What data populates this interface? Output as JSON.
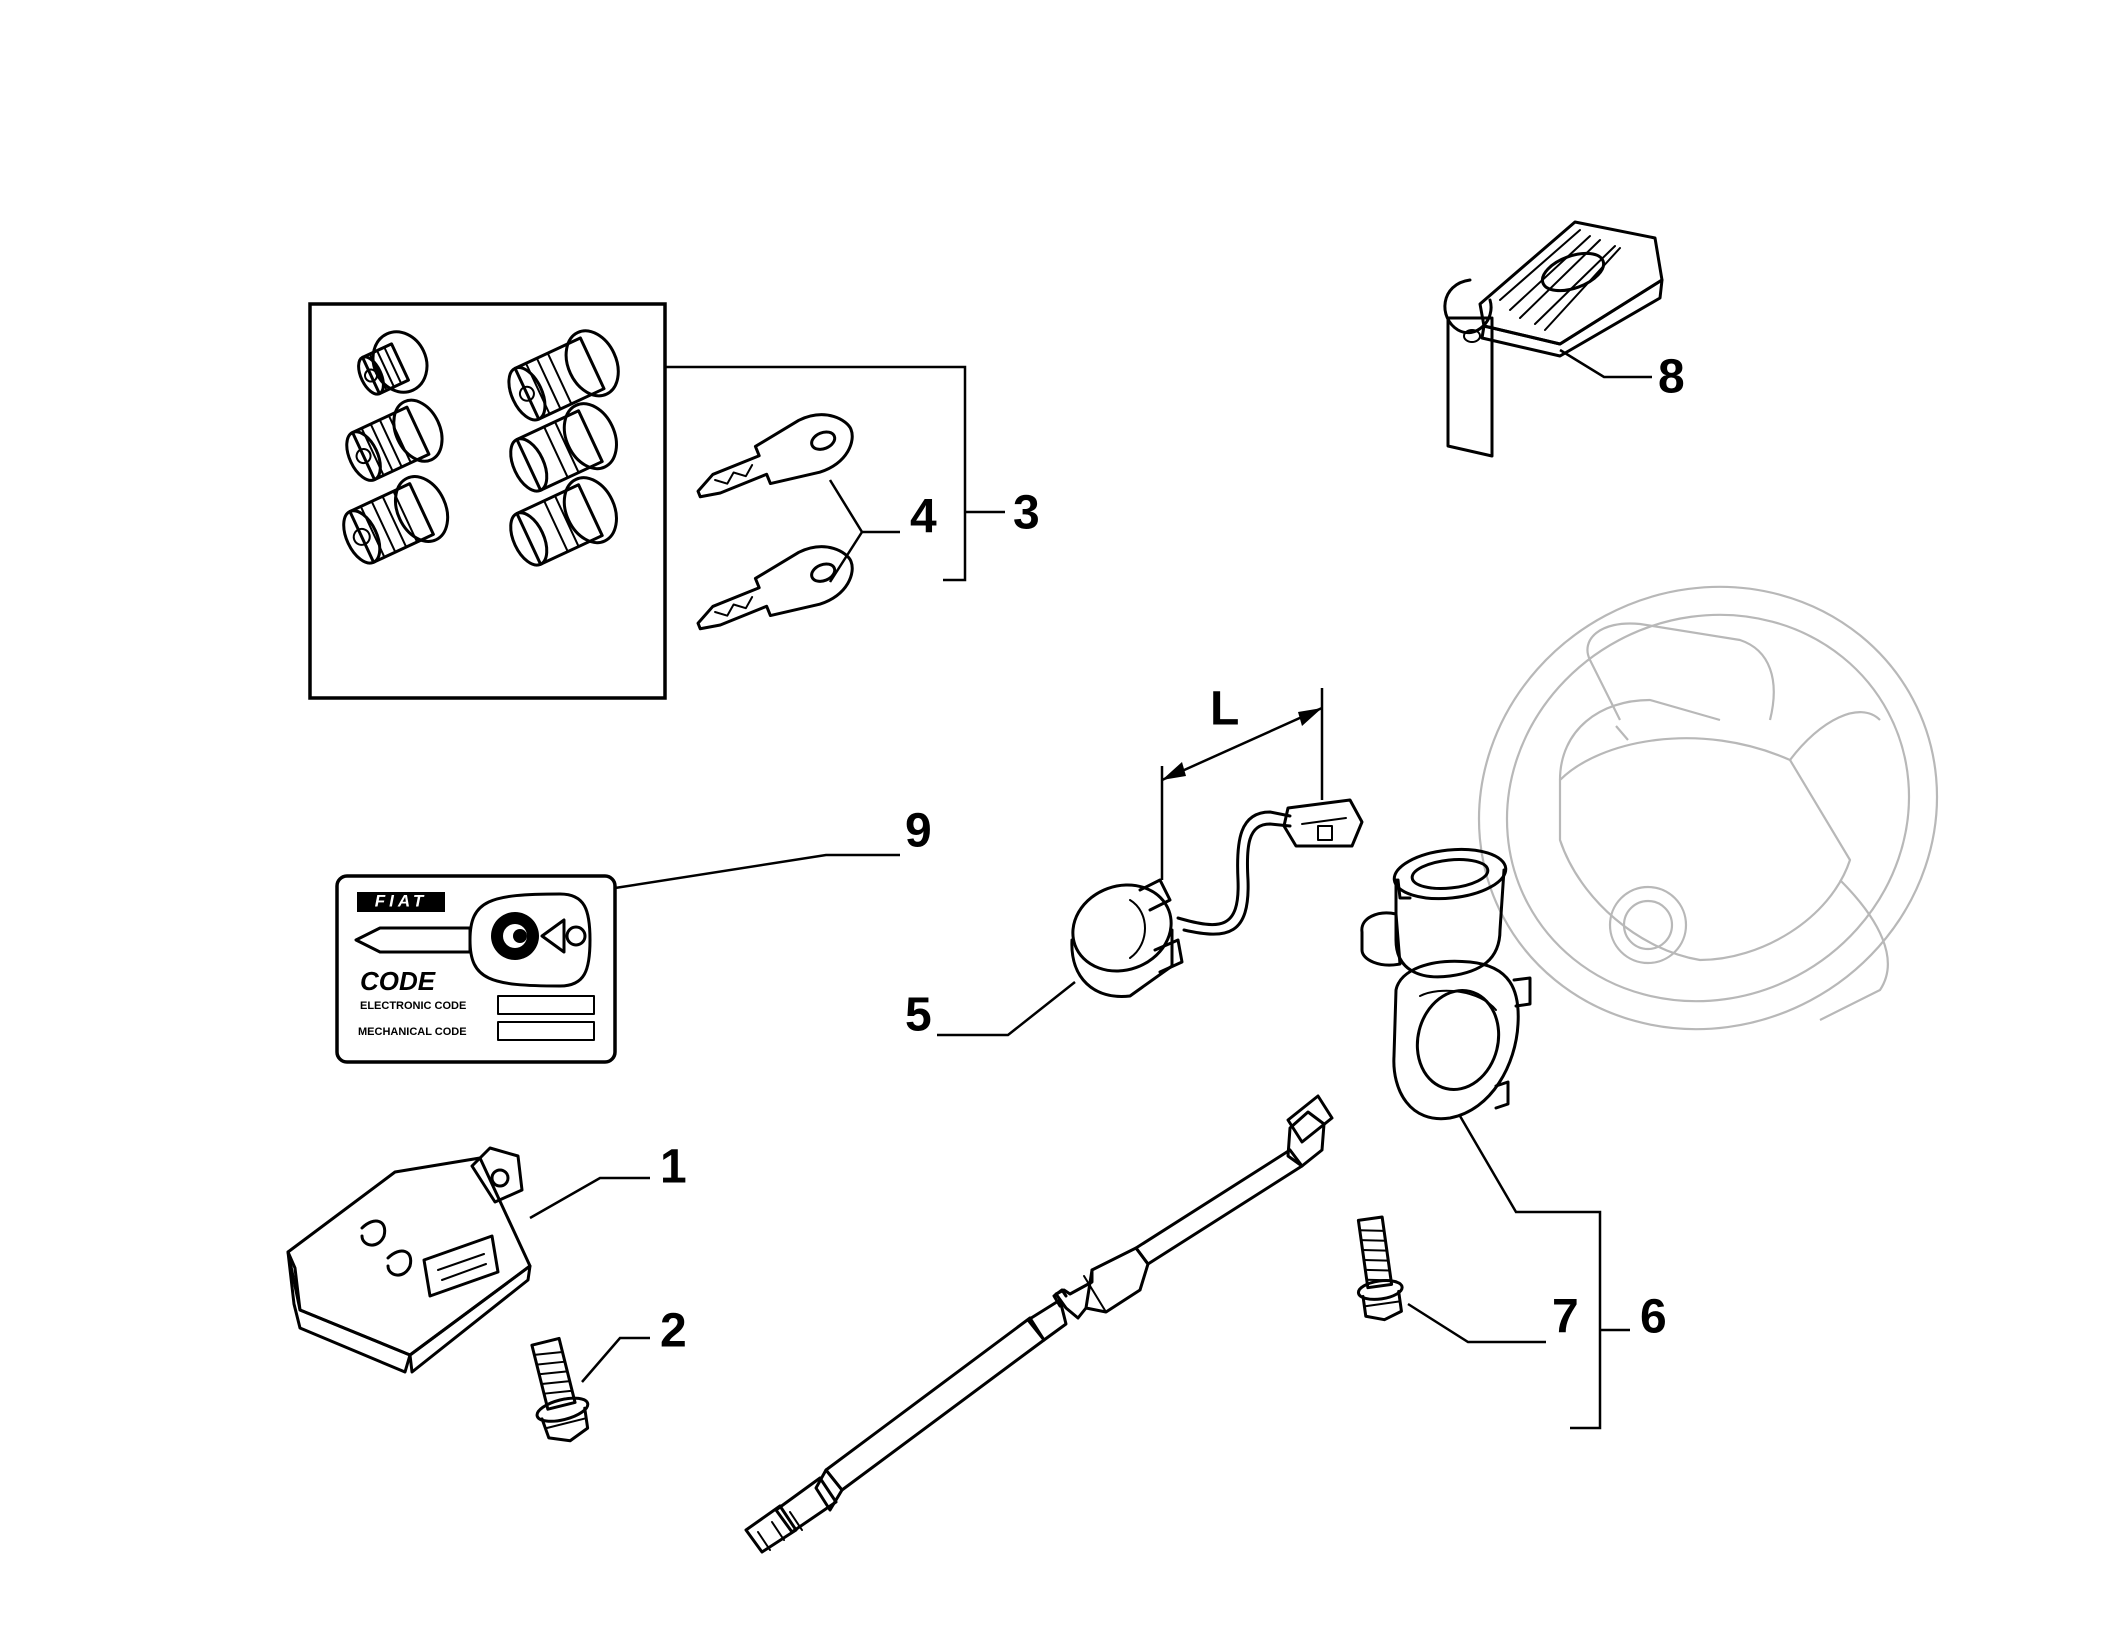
{
  "callouts": {
    "c1": "1",
    "c2": "2",
    "c3": "3",
    "c4": "4",
    "c5": "5",
    "c6": "6",
    "c7": "7",
    "c8": "8",
    "c9": "9",
    "dimension_L": "L"
  },
  "code_card": {
    "brand": "FIAT",
    "code_label": "CODE",
    "electronic_code_label": "ELECTRONIC  CODE",
    "mechanical_code_label": "MECHANICAL  CODE"
  },
  "icons": {
    "lock_cylinder": "lock-cylinder-icon",
    "key": "key-icon",
    "remote_key": "remote-key-fob-icon",
    "code_card": "code-card-icon",
    "control_unit": "immobilizer-control-unit-icon",
    "bolt": "bolt-icon",
    "aerial_ring": "aerial-ring-icon",
    "ignition_switch": "ignition-switch-icon",
    "steering_shaft": "steering-shaft-icon",
    "steering_wheel": "steering-wheel-icon"
  }
}
